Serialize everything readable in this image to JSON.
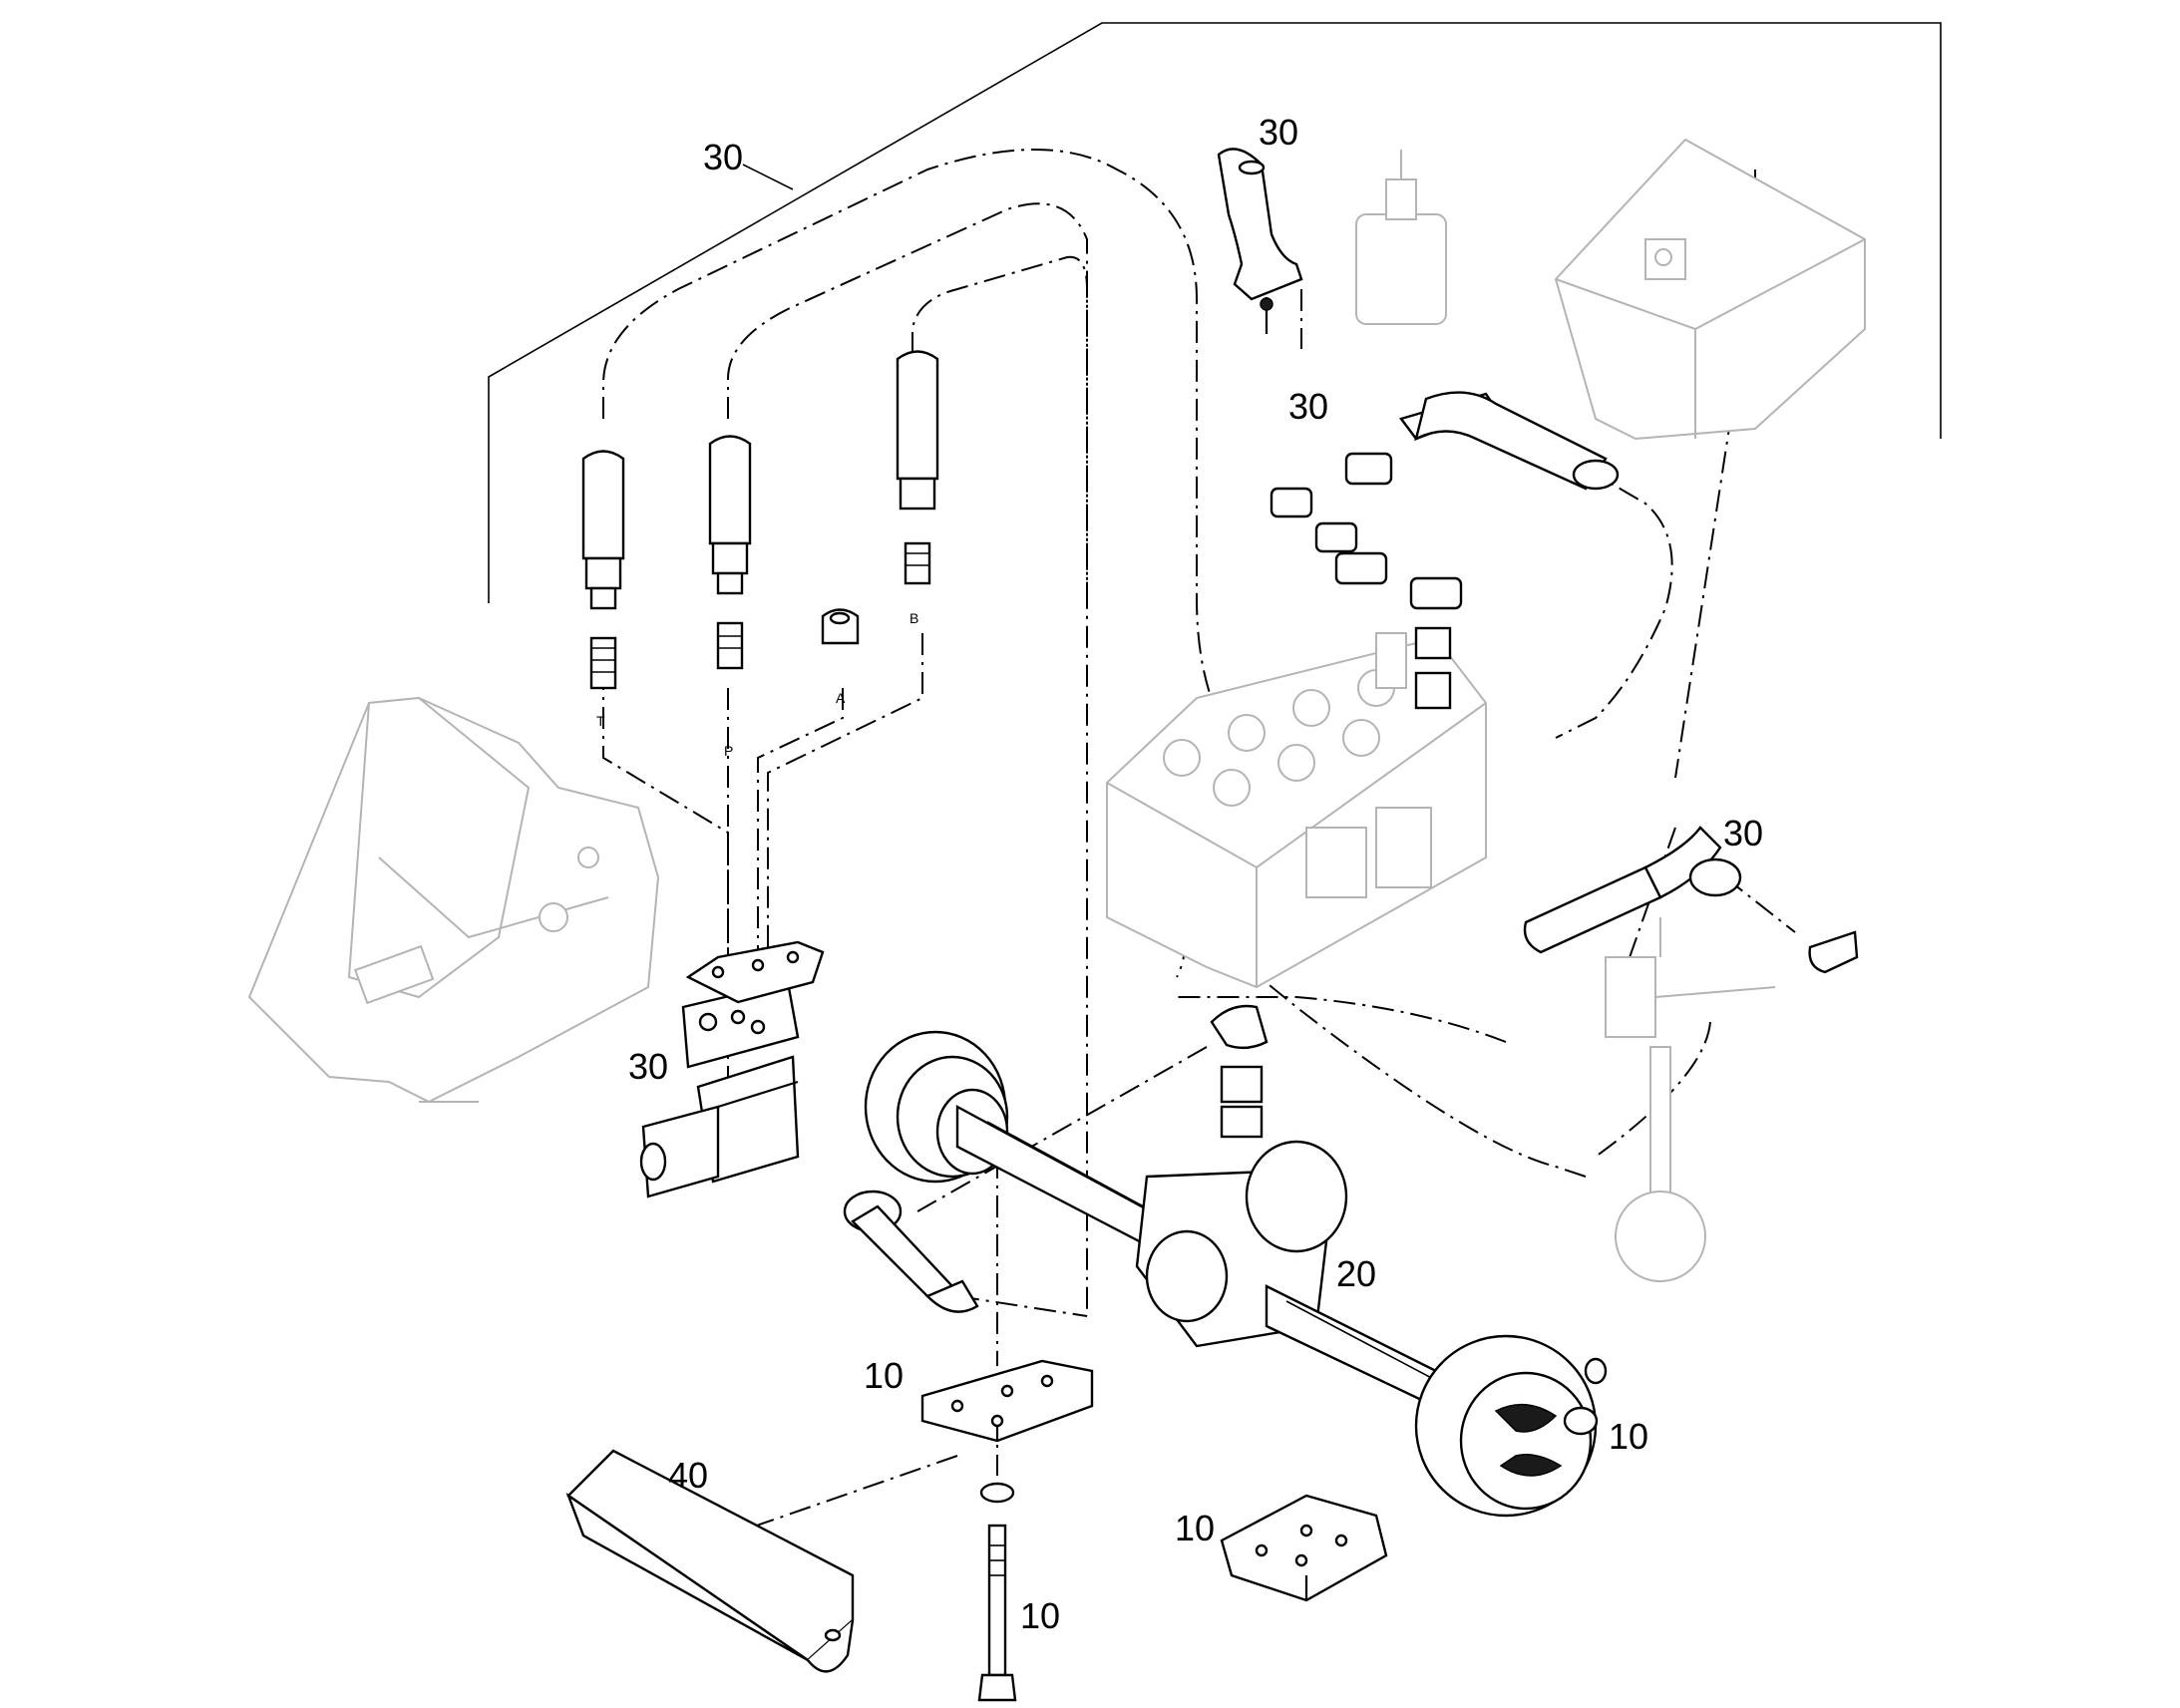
{
  "callouts": {
    "c1": "30",
    "c2": "30",
    "c3": "30",
    "c4": "30",
    "c5": "30",
    "c6": "20",
    "c7": "10",
    "c8": "10",
    "c9": "10",
    "c10": "10",
    "c11": "40"
  },
  "ports": {
    "t": "T",
    "p": "P",
    "a": "A",
    "b": "B"
  }
}
